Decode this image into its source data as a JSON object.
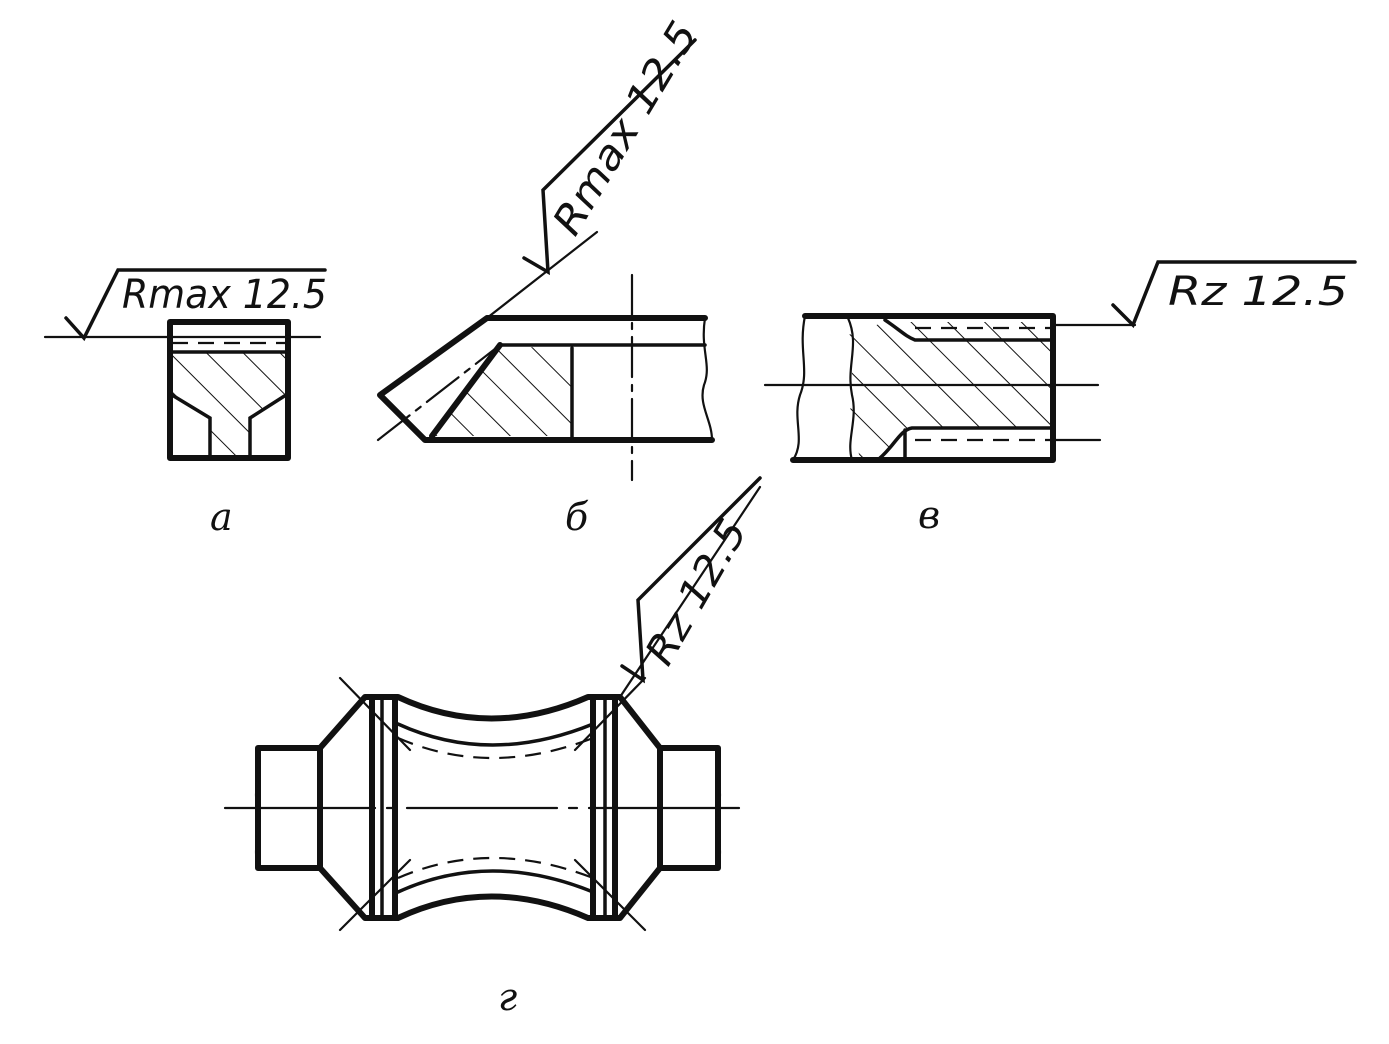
{
  "annotations": {
    "a": "Rmax 12.5",
    "b": "Rmax 12.5",
    "v": "Rz 12.5",
    "g": "Rz 12.5"
  },
  "captions": {
    "a": "а",
    "b": "б",
    "v": "в",
    "g": "г"
  }
}
